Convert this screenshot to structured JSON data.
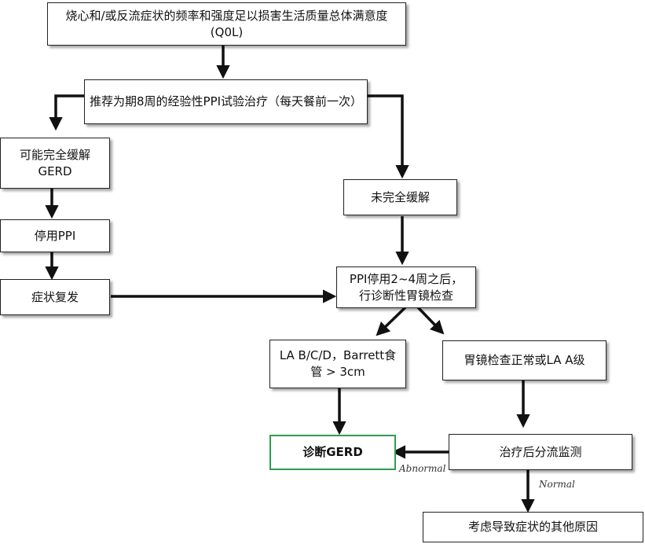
{
  "nodes": {
    "heartburn_qol": "烧心和/或反流症状的频率和强度足以损害生活质量总体满意度 (Q0L)",
    "ppi_trial": "推荐为期8周的经验性PPI试验治疗（每天餐前一次）",
    "possible_gerd": "可能完全缓解GERD",
    "stop_ppi": "停用PPI",
    "symptom_recur": "症状复发",
    "not_resolved": "未完全缓解",
    "endoscopy": "PPI停用2~4周之后，行诊断性胃镜检查",
    "la_bcd": "LA B/C/D，Barrett食管 > 3cm",
    "endoscopy_normal": "胃镜检查正常或LA A级",
    "diagnose_gerd": "诊断GERD",
    "reflux_monitor": "治疗后分流监测",
    "other_causes": "考虑导致症状的其他原因"
  },
  "edge_labels": {
    "abnormal": "Abnormal",
    "normal": "Normal"
  },
  "colors": {
    "border": "#222222",
    "diagnosis_border": "#2e9e4f",
    "arrow": "#111111"
  }
}
